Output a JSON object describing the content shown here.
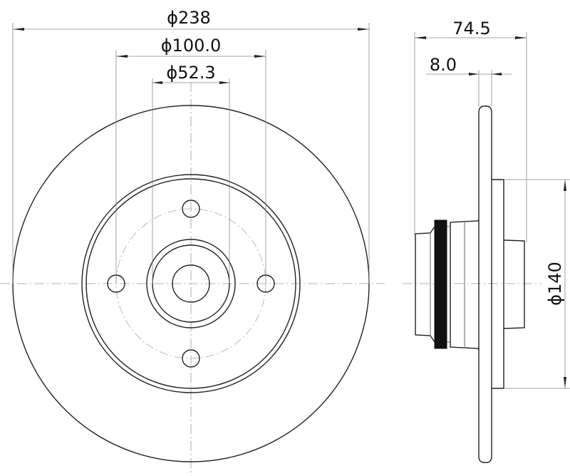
{
  "drawing": {
    "subject": "brake disc technical drawing",
    "views": [
      "front-view",
      "side-view"
    ],
    "dimensions": {
      "outer_diameter": "ϕ238",
      "bolt_circle_diameter": "ϕ100.0",
      "center_bore_diameter": "ϕ52.3",
      "overall_height": "74.5",
      "disc_thickness": "8.0",
      "hub_diameter": "ϕ140"
    },
    "front_view": {
      "bolt_holes": 4
    },
    "colors": {
      "line": "#222222",
      "extension_line": "#888888",
      "center_line": "#999999",
      "background": "#ffffff"
    }
  }
}
